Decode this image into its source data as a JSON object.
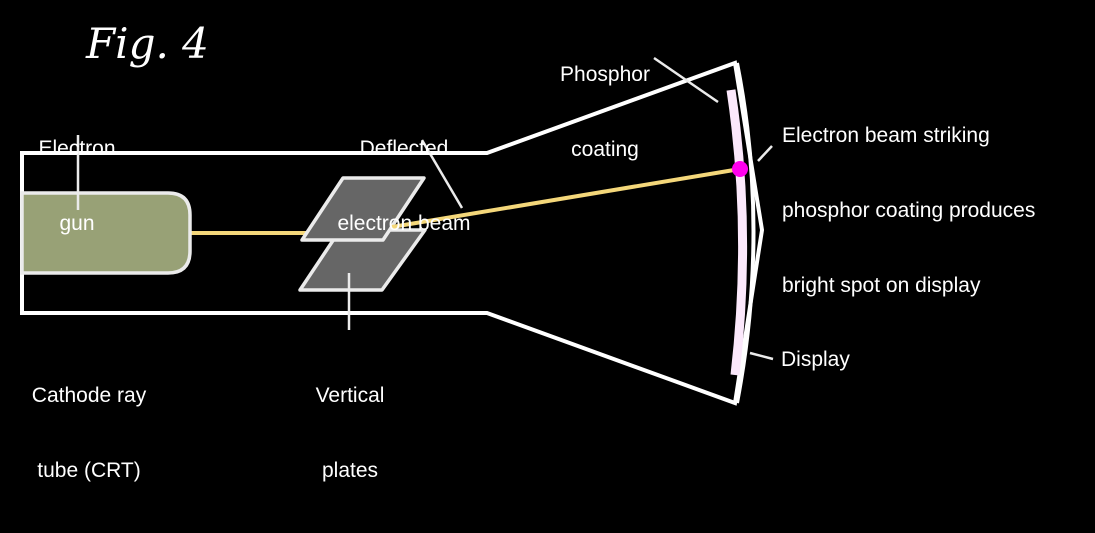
{
  "figure": {
    "title": "Fig. 4",
    "colors": {
      "background": "#000000",
      "outline": "#ffffff",
      "electron_gun_fill": "#98a176",
      "plate_fill": "#666666",
      "beam": "#f4d77a",
      "phosphor_coating": "#fbe8fb",
      "bright_spot": "#ff00ee"
    },
    "labels": {
      "electron_gun": [
        "Electron",
        "gun"
      ],
      "crt": [
        "Cathode ray",
        "tube (CRT)"
      ],
      "vertical_plates": [
        "Vertical",
        "plates"
      ],
      "deflected_beam": [
        "Deflected",
        "electron beam"
      ],
      "phosphor_coating": [
        "Phosphor",
        "coating"
      ],
      "bright_spot": [
        "Electron beam striking",
        "phosphor coating produces",
        "bright spot on display"
      ],
      "display": "Display"
    }
  }
}
